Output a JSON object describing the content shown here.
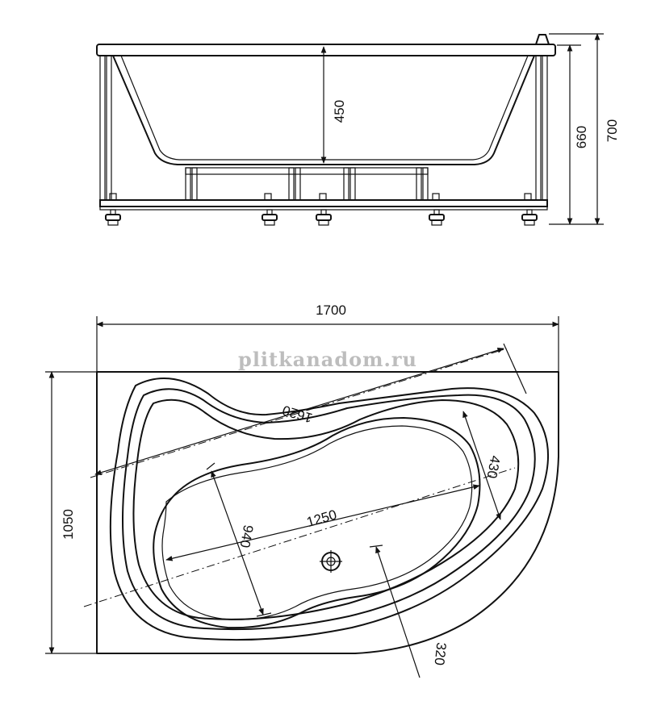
{
  "side_view": {
    "bowl_depth": "450",
    "height_without_legs": "660",
    "height_total": "700"
  },
  "top_view": {
    "length": "1700",
    "width": "1050",
    "diagonal_length": "1620",
    "bowl_length": "1250",
    "bowl_width": "940",
    "head_width": "430",
    "drain_offset": "320"
  },
  "watermark": "plitkanadom.ru"
}
